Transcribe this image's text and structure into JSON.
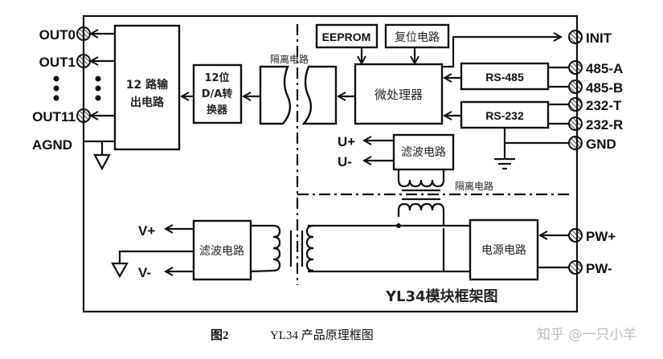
{
  "diagram": {
    "title": "YL34模块框架图",
    "left_terminals": [
      "OUT0",
      "OUT1",
      "OUT11",
      "AGND"
    ],
    "right_terminals": [
      "INIT",
      "485-A",
      "485-B",
      "232-T",
      "232-R",
      "GND",
      "PW+",
      "PW-"
    ],
    "ellipsis": "⋮",
    "blocks": {
      "output": [
        "12 路输",
        "出电路"
      ],
      "da": [
        "12位",
        "D/A转",
        "换器"
      ],
      "isolation_label": "隔离电路",
      "eeprom": "EEPROM",
      "reset": "复位电路",
      "mcu": "微处理器",
      "rs485": "RS-485",
      "rs232": "RS-232",
      "filter_top": "滤波电路",
      "filter_bottom": "滤波电路",
      "power": "电源电路",
      "isolation_label2": "隔离电路"
    },
    "signals": {
      "u_plus": "U+",
      "u_minus": "U-",
      "v_plus": "V+",
      "v_minus": "V-"
    }
  },
  "caption": {
    "fig": "图2",
    "text": "YL34  产品原理框图"
  },
  "watermark": "知乎 @一只小羊"
}
